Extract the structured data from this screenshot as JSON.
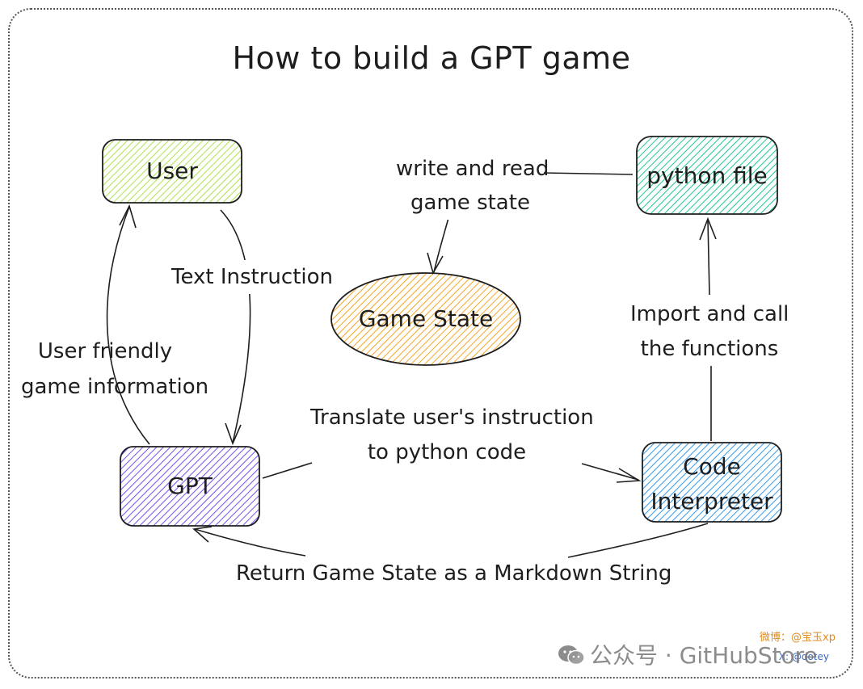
{
  "title": "How to build a GPT game",
  "nodes": {
    "user": {
      "label": "User",
      "fill": "#a9e34b",
      "stroke": "#1e1e1e"
    },
    "gpt": {
      "label": "GPT",
      "fill": "#7950f2",
      "stroke": "#1e1e1e"
    },
    "game_state": {
      "label": "Game State",
      "fill": "#f5a623",
      "stroke": "#1e1e1e"
    },
    "python_file": {
      "label": "python file",
      "fill": "#20c997",
      "stroke": "#1e1e1e"
    },
    "code_interpreter": {
      "line1": "Code",
      "line2": "Interpreter",
      "fill": "#339af0",
      "stroke": "#1e1e1e"
    }
  },
  "edges": {
    "text_instruction": "Text Instruction",
    "user_friendly_1": "User friendly",
    "user_friendly_2": "game information",
    "write_read_1": "write and read",
    "write_read_2": "game state",
    "import_call_1": "Import and call",
    "import_call_2": "the functions",
    "translate_1": "Translate user's instruction",
    "translate_2": "to python code",
    "return_state": "Return Game State as a Markdown String"
  },
  "watermark": {
    "weibo": "微博：@宝玉xp",
    "x_handle": "X: @dotey",
    "wechat": "公众号 · GitHubStore"
  }
}
